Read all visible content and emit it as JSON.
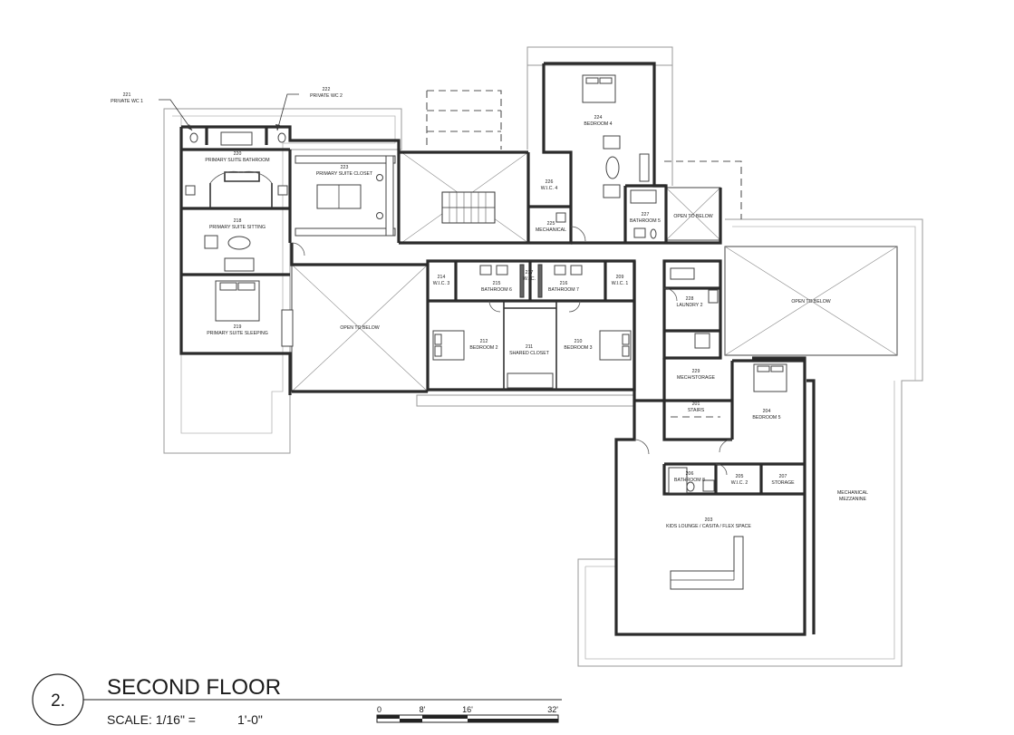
{
  "drawing": {
    "number": "2.",
    "title": "SECOND FLOOR",
    "scale_label": "SCALE: 1/16\" =",
    "scale_value": "1'-0\"",
    "scale_bar": [
      "0",
      "8'",
      "16'",
      "32'"
    ]
  },
  "callouts": [
    {
      "number": "221",
      "name": "PRIVATE WC 1"
    },
    {
      "number": "222",
      "name": "PRIVATE WC 2"
    }
  ],
  "rooms": [
    {
      "id": "220",
      "line1": "220",
      "line2": "PRIMARY SUITE BATHROOM"
    },
    {
      "id": "223",
      "line1": "223",
      "line2": "PRIMARY SUITE CLOSET"
    },
    {
      "id": "218",
      "line1": "218",
      "line2": "PRIMARY SUITE SITTING"
    },
    {
      "id": "219",
      "line1": "219",
      "line2": "PRIMARY SUITE SLEEPING"
    },
    {
      "id": "224",
      "line1": "224",
      "line2": "BEDROOM 4"
    },
    {
      "id": "226",
      "line1": "226",
      "line2": "W.I.C. 4"
    },
    {
      "id": "225",
      "line1": "225",
      "line2": "MECHANICAL"
    },
    {
      "id": "227",
      "line1": "227",
      "line2": "BATHROOM 5"
    },
    {
      "id": "214",
      "line1": "214",
      "line2": "W.I.C. 3"
    },
    {
      "id": "215",
      "line1": "215",
      "line2": "BATHROOM 6"
    },
    {
      "id": "217",
      "line1": "217",
      "line2": "W.I.C."
    },
    {
      "id": "216",
      "line1": "216",
      "line2": "BATHROOM 7"
    },
    {
      "id": "209",
      "line1": "209",
      "line2": "W.I.C. 1"
    },
    {
      "id": "212",
      "line1": "212",
      "line2": "BEDROOM 2"
    },
    {
      "id": "211",
      "line1": "211",
      "line2": "SHARED CLOSET"
    },
    {
      "id": "210",
      "line1": "210",
      "line2": "BEDROOM 3"
    },
    {
      "id": "228",
      "line1": "228",
      "line2": "LAUNDRY 2"
    },
    {
      "id": "229",
      "line1": "229",
      "line2": "MECH/STORAGE"
    },
    {
      "id": "201",
      "line1": "201",
      "line2": "STAIRS"
    },
    {
      "id": "204",
      "line1": "204",
      "line2": "BEDROOM 5"
    },
    {
      "id": "206",
      "line1": "206",
      "line2": "BATHROOM 8"
    },
    {
      "id": "205",
      "line1": "205",
      "line2": "W.I.C. 2"
    },
    {
      "id": "207",
      "line1": "207",
      "line2": "STORAGE"
    },
    {
      "id": "203",
      "line1": "203",
      "line2": "KIDS LOUNGE / CASITA / FLEX SPACE"
    }
  ],
  "open_areas": [
    {
      "label": "OPEN TO BELOW"
    },
    {
      "label": "OPEN TO BELOW"
    },
    {
      "label": "OPEN TO BELOW"
    }
  ],
  "mezzanine": {
    "line1": "MECHANICAL",
    "line2": "MEZZANINE"
  }
}
